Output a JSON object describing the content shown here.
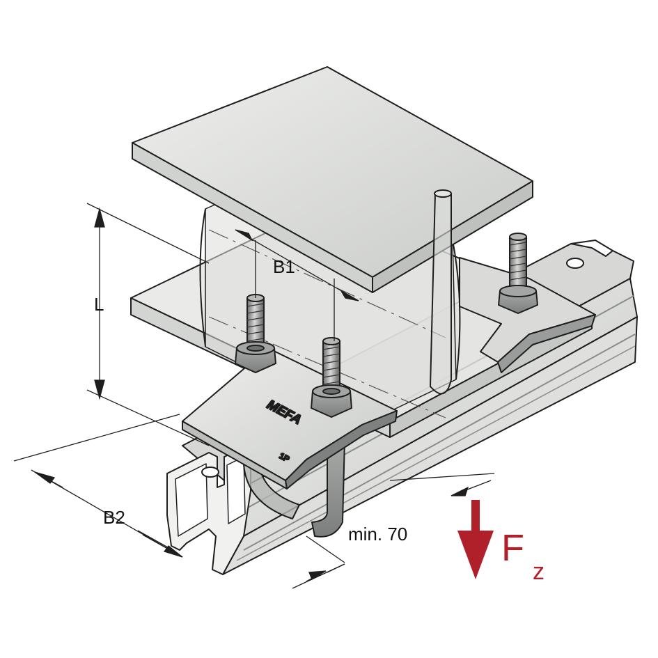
{
  "labels": {
    "b1": "B1",
    "l": "L",
    "b2": "B2",
    "min": "min. 70",
    "force": "F",
    "force_sub": "z",
    "brand": "MEFA",
    "part": "1P"
  },
  "colors": {
    "steel_light": "#e4e5e3",
    "steel_mid": "#cfd1cf",
    "steel_dark": "#8d8f8e",
    "outline": "#1e1e1e",
    "force": "#b0202a"
  },
  "icons": {
    "force_arrow": "down-arrow-icon"
  }
}
